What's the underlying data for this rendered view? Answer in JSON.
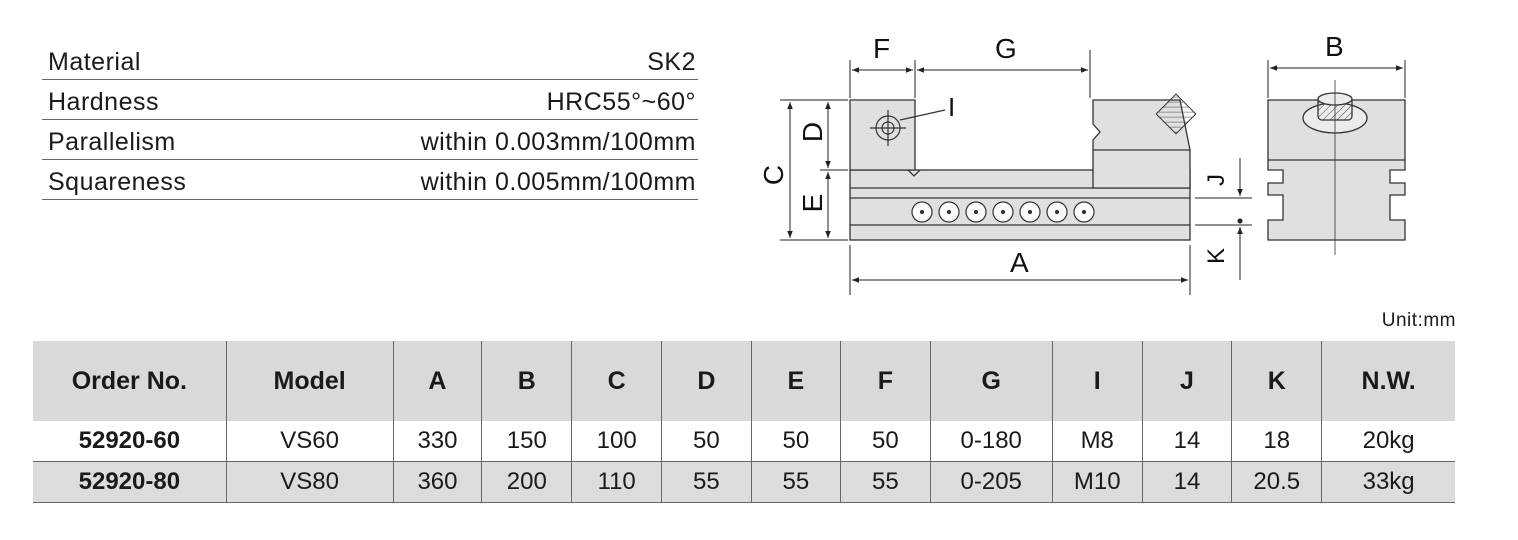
{
  "specs": [
    {
      "label": "Material",
      "value": "SK2"
    },
    {
      "label": "Hardness",
      "value": "HRC55°~60°"
    },
    {
      "label": "Parallelism",
      "value": "within 0.003mm/100mm"
    },
    {
      "label": "Squareness",
      "value": "within 0.005mm/100mm"
    }
  ],
  "drawing_labels": {
    "F": "F",
    "G": "G",
    "B": "B",
    "I": "I",
    "D": "D",
    "C": "C",
    "E": "E",
    "J": "J",
    "A": "A",
    "K": "K"
  },
  "unit": "Unit:mm",
  "table": {
    "headers": [
      "Order No.",
      "Model",
      "A",
      "B",
      "C",
      "D",
      "E",
      "F",
      "G",
      "I",
      "J",
      "K",
      "N.W."
    ],
    "rows": [
      [
        "52920-60",
        "VS60",
        "330",
        "150",
        "100",
        "50",
        "50",
        "50",
        "0-180",
        "M8",
        "14",
        "18",
        "20kg"
      ],
      [
        "52920-80",
        "VS80",
        "360",
        "200",
        "110",
        "55",
        "55",
        "55",
        "0-205",
        "M10",
        "14",
        "20.5",
        "33kg"
      ]
    ]
  }
}
